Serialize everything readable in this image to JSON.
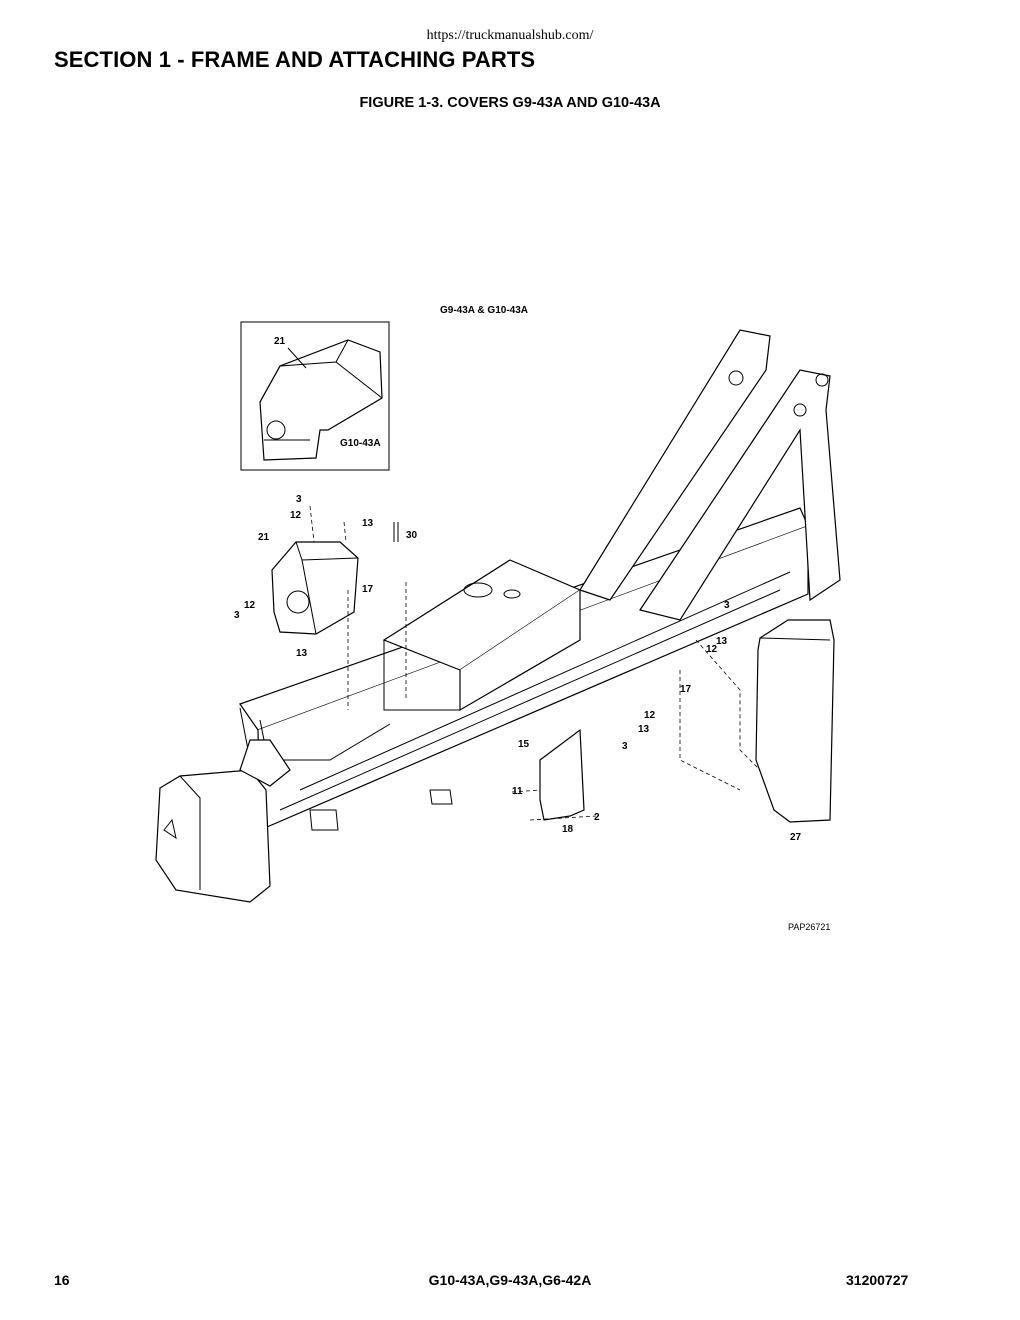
{
  "header": {
    "url": "https://truckmanualshub.com/",
    "section_title": "SECTION 1 - FRAME AND ATTACHING PARTS",
    "figure_title": "FIGURE 1-3. COVERS G9-43A AND G10-43A"
  },
  "diagram": {
    "model_label": "G9-43A & G10-43A",
    "inset_model_label": "G10-43A",
    "drawing_code": "PAP26721",
    "callouts": {
      "c21_inset": "21",
      "c3_top": "3",
      "c12_top": "12",
      "c13_top": "13",
      "c30": "30",
      "c21_main": "21",
      "c17_left": "17",
      "c12_left": "12",
      "c3_left": "3",
      "c13_left": "13",
      "c3_right": "3",
      "c13_right": "13",
      "c12_right": "12",
      "c17_right": "17",
      "c12_right_low": "12",
      "c13_right_low": "13",
      "c3_right_low": "3",
      "c15": "15",
      "c11": "11",
      "c2": "2",
      "c18": "18",
      "c27": "27"
    }
  },
  "footer": {
    "page_number": "16",
    "models": "G10-43A,G9-43A,G6-42A",
    "doc_number": "31200727"
  }
}
